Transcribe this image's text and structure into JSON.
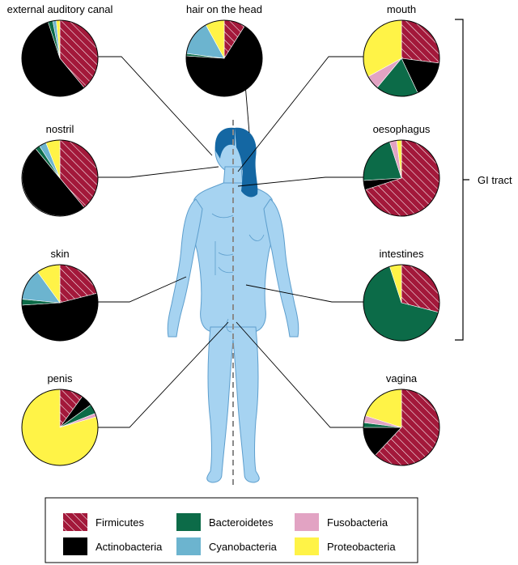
{
  "colors": {
    "firmicutes": "#a3183a",
    "actinobacteria": "#000000",
    "bacteroidetes": "#0c6b48",
    "cyanobacteria": "#6cb4cf",
    "fusobacteria": "#e2a3c3",
    "proteobacteria": "#fff347",
    "body_fill": "#a6d3f1",
    "body_stroke": "#5d9ecd",
    "hair": "#1467a3"
  },
  "bracket_label": "GI tract",
  "legend": [
    {
      "key": "firmicutes",
      "label": "Firmicutes"
    },
    {
      "key": "bacteroidetes",
      "label": "Bacteroidetes"
    },
    {
      "key": "fusobacteria",
      "label": "Fusobacteria"
    },
    {
      "key": "actinobacteria",
      "label": "Actinobacteria"
    },
    {
      "key": "cyanobacteria",
      "label": "Cyanobacteria"
    },
    {
      "key": "proteobacteria",
      "label": "Proteobacteria"
    }
  ],
  "chart_data": {
    "type": "pie",
    "series_order": [
      "Firmicutes",
      "Actinobacteria",
      "Bacteroidetes",
      "Cyanobacteria",
      "Fusobacteria",
      "Proteobacteria"
    ],
    "pies": [
      {
        "id": "ear",
        "title": "external auditory canal",
        "values": {
          "firmicutes": 39,
          "actinobacteria": 56,
          "bacteroidetes": 2,
          "cyanobacteria": 1.5,
          "fusobacteria": 0,
          "proteobacteria": 1.5
        }
      },
      {
        "id": "hair",
        "title": "hair on the head",
        "values": {
          "firmicutes": 9,
          "actinobacteria": 67,
          "bacteroidetes": 1,
          "cyanobacteria": 15,
          "fusobacteria": 0,
          "proteobacteria": 8
        }
      },
      {
        "id": "mouth",
        "title": "mouth",
        "values": {
          "firmicutes": 27,
          "actinobacteria": 16,
          "bacteroidetes": 18,
          "cyanobacteria": 0,
          "fusobacteria": 6,
          "proteobacteria": 33
        }
      },
      {
        "id": "nostril",
        "title": "nostril",
        "values": {
          "firmicutes": 39,
          "actinobacteria": 50,
          "bacteroidetes": 2,
          "cyanobacteria": 3,
          "fusobacteria": 0,
          "proteobacteria": 6
        }
      },
      {
        "id": "oesophagus",
        "title": "oesophagus",
        "values": {
          "firmicutes": 70,
          "actinobacteria": 4,
          "bacteroidetes": 21,
          "cyanobacteria": 0,
          "fusobacteria": 3,
          "proteobacteria": 2
        }
      },
      {
        "id": "skin",
        "title": "skin",
        "values": {
          "firmicutes": 21,
          "actinobacteria": 53,
          "bacteroidetes": 2.5,
          "cyanobacteria": 13.5,
          "fusobacteria": 0,
          "proteobacteria": 10
        }
      },
      {
        "id": "intestines",
        "title": "intestines",
        "values": {
          "firmicutes": 29,
          "actinobacteria": 0,
          "bacteroidetes": 66,
          "cyanobacteria": 0,
          "fusobacteria": 0,
          "proteobacteria": 5
        }
      },
      {
        "id": "penis",
        "title": "penis",
        "values": {
          "firmicutes": 10,
          "actinobacteria": 5,
          "bacteroidetes": 4,
          "cyanobacteria": 0,
          "fusobacteria": 1.5,
          "proteobacteria": 79.5
        }
      },
      {
        "id": "vagina",
        "title": "vagina",
        "values": {
          "firmicutes": 62,
          "actinobacteria": 13,
          "bacteroidetes": 2,
          "cyanobacteria": 0,
          "fusobacteria": 3,
          "proteobacteria": 20
        }
      }
    ]
  }
}
